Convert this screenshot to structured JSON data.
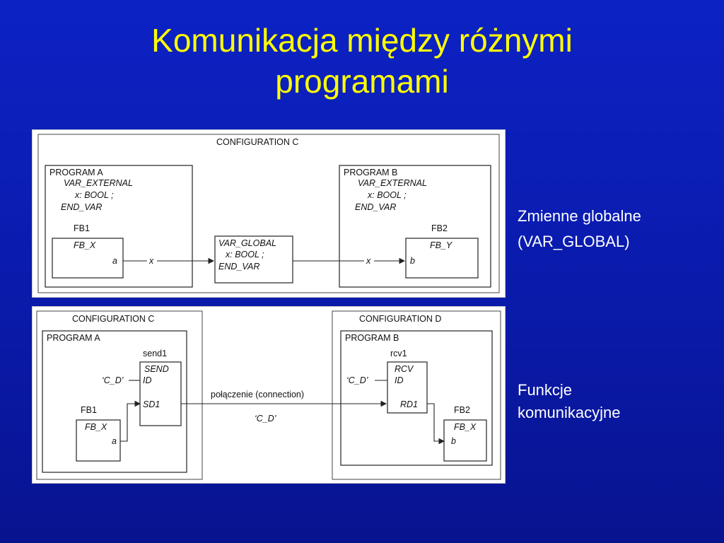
{
  "slide": {
    "title_line1": "Komunikacja między różnymi",
    "title_line2": "programami"
  },
  "diagram1": {
    "config": "CONFIGURATION C",
    "progA": "PROGRAM A",
    "progA_var_ext": "VAR_EXTERNAL",
    "progA_decl": "x: BOOL ;",
    "progA_end": "END_VAR",
    "fb1_label": "FB1",
    "fb1_type": "FB_X",
    "fb1_port": "a",
    "wire_left": "x",
    "global_var": "VAR_GLOBAL",
    "global_decl": "x: BOOL ;",
    "global_end": "END_VAR",
    "wire_right": "x",
    "progB": "PROGRAM B",
    "progB_var_ext": "VAR_EXTERNAL",
    "progB_decl": "x: BOOL ;",
    "progB_end": "END_VAR",
    "fb2_label": "FB2",
    "fb2_type": "FB_Y",
    "fb2_port": "b"
  },
  "diagram2": {
    "configC": "CONFIGURATION C",
    "configD": "CONFIGURATION D",
    "progA": "PROGRAM A",
    "progB": "PROGRAM B",
    "send_inst": "send1",
    "send_type": "SEND",
    "send_id": "ID",
    "send_sd": "SD1",
    "send_id_val": "‘C_D’",
    "fb1_label": "FB1",
    "fb1_type": "FB_X",
    "fb1_port": "a",
    "connection_label": "połączenie (connection)",
    "connection_id": "‘C_D’",
    "rcv_inst": "rcv1",
    "rcv_type": "RCV",
    "rcv_id": "ID",
    "rcv_rd": "RD1",
    "rcv_id_val": "‘C_D’",
    "fb2_label": "FB2",
    "fb2_type": "FB_X",
    "fb2_port": "b"
  },
  "notes": {
    "global_line1": "Zmienne globalne",
    "global_line2": "(VAR_GLOBAL)",
    "comm_line1": "Funkcje",
    "comm_line2": "komunikacyjne"
  }
}
